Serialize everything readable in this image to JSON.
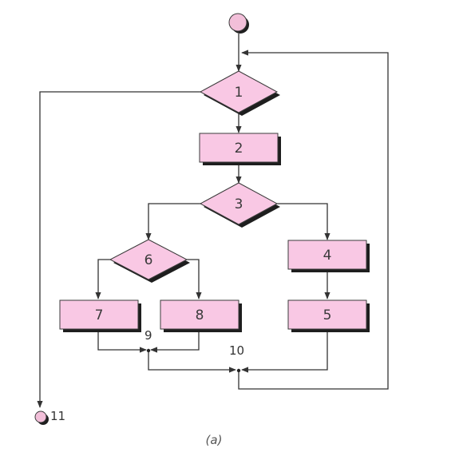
{
  "colors": {
    "node_fill": "#f9c8e4",
    "node_border": "#3b3b3b",
    "shadow": "#1e1e1e",
    "edge": "#333333",
    "terminal_fill": "#f2bfd9"
  },
  "nodes": {
    "n1": "1",
    "n2": "2",
    "n3": "3",
    "n4": "4",
    "n5": "5",
    "n6": "6",
    "n7": "7",
    "n8": "8"
  },
  "junctions": {
    "j9": "9",
    "j10": "10",
    "j11": "11"
  },
  "caption": "(a)"
}
